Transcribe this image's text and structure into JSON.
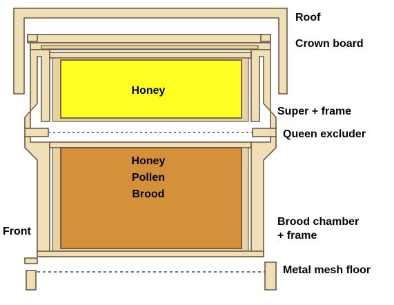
{
  "labels": {
    "roof": "Roof",
    "crown_board": "Crown board",
    "super": "Super + frame",
    "queen_excluder": "Queen excluder",
    "brood_chamber_line1": "Brood chamber",
    "brood_chamber_line2": "+ frame",
    "metal_mesh_floor": "Metal mesh floor",
    "front": "Front"
  },
  "contents": {
    "super": "Honey",
    "brood_line1": "Honey",
    "brood_line2": "Pollen",
    "brood_line3": "Brood"
  },
  "colors": {
    "wood": "#f0deb4",
    "outline": "#6b5a45",
    "honey_fill": "#ffff22",
    "brood_fill": "#d4913a"
  }
}
